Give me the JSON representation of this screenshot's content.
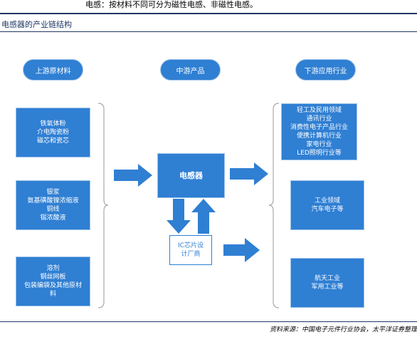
{
  "header": {
    "top_text": "电感：按材料不同可分为磁性电感、非磁性电感。",
    "figure_title": "电感器的产业链结构"
  },
  "columns": {
    "upstream": "上游原材料",
    "midstream": "中游产品",
    "downstream": "下游应用行业"
  },
  "upstream_boxes": [
    {
      "lines": [
        "铁氧体粉",
        "介电陶瓷粉",
        "磁芯和瓷芯"
      ]
    },
    {
      "lines": [
        "银浆",
        "氨基磺酸镍浓缩液",
        "铜线",
        "锡浓酸液"
      ]
    },
    {
      "lines": [
        "溶剂",
        "钢丝网板",
        "包装编袋及其他原材",
        "料"
      ]
    }
  ],
  "midstream": {
    "main": "电感器",
    "ic_lines": [
      "IC芯片设",
      "计厂商"
    ]
  },
  "downstream_boxes": [
    {
      "lines": [
        "轻工及民用领域",
        "通讯行业",
        "消费性电子产品行业",
        "便携计算机行业",
        "家电行业",
        "LED照明行业等"
      ]
    },
    {
      "lines": [
        "工业领域",
        "汽车电子等"
      ]
    },
    {
      "lines": [
        "航天工业",
        "军用工业等"
      ]
    }
  ],
  "source": "资料来源：中国电子元件行业协会，太平洋证券整理",
  "colors": {
    "box_fill": "#2f7fd3",
    "box_border": "#9cc3ea",
    "rule": "#1f3864"
  }
}
